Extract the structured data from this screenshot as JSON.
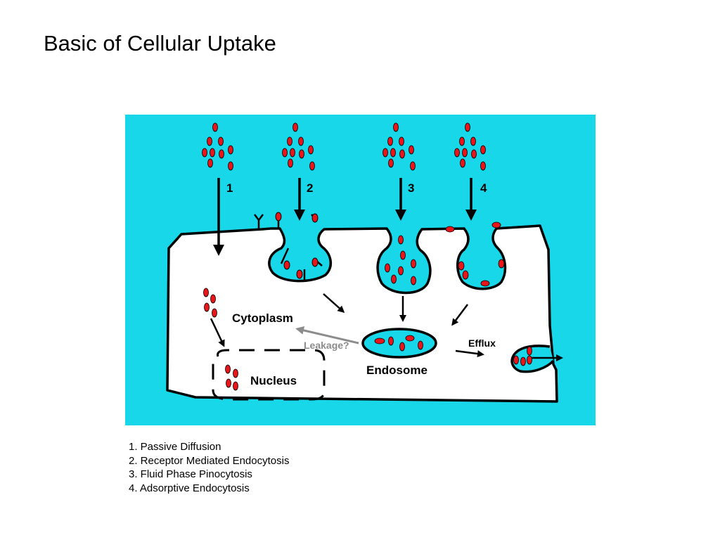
{
  "slide": {
    "title": "Basic of Cellular Uptake"
  },
  "diagram": {
    "background_color": "#17d7e8",
    "cell_color": "#ffffff",
    "particle_color": "#e8161b",
    "leak_arrow_color": "#8c8c8c",
    "pathway_numbers": [
      "1",
      "2",
      "3",
      "4"
    ],
    "labels": {
      "cytoplasm": "Cytoplasm",
      "nucleus": "Nucleus",
      "endosome": "Endosome",
      "leakage": "Leakage?",
      "efflux": "Efflux"
    }
  },
  "legend": {
    "items": [
      "1. Passive Diffusion",
      "2. Receptor Mediated Endocytosis",
      "3. Fluid Phase Pinocytosis",
      "4. Adsorptive Endocytosis"
    ]
  }
}
